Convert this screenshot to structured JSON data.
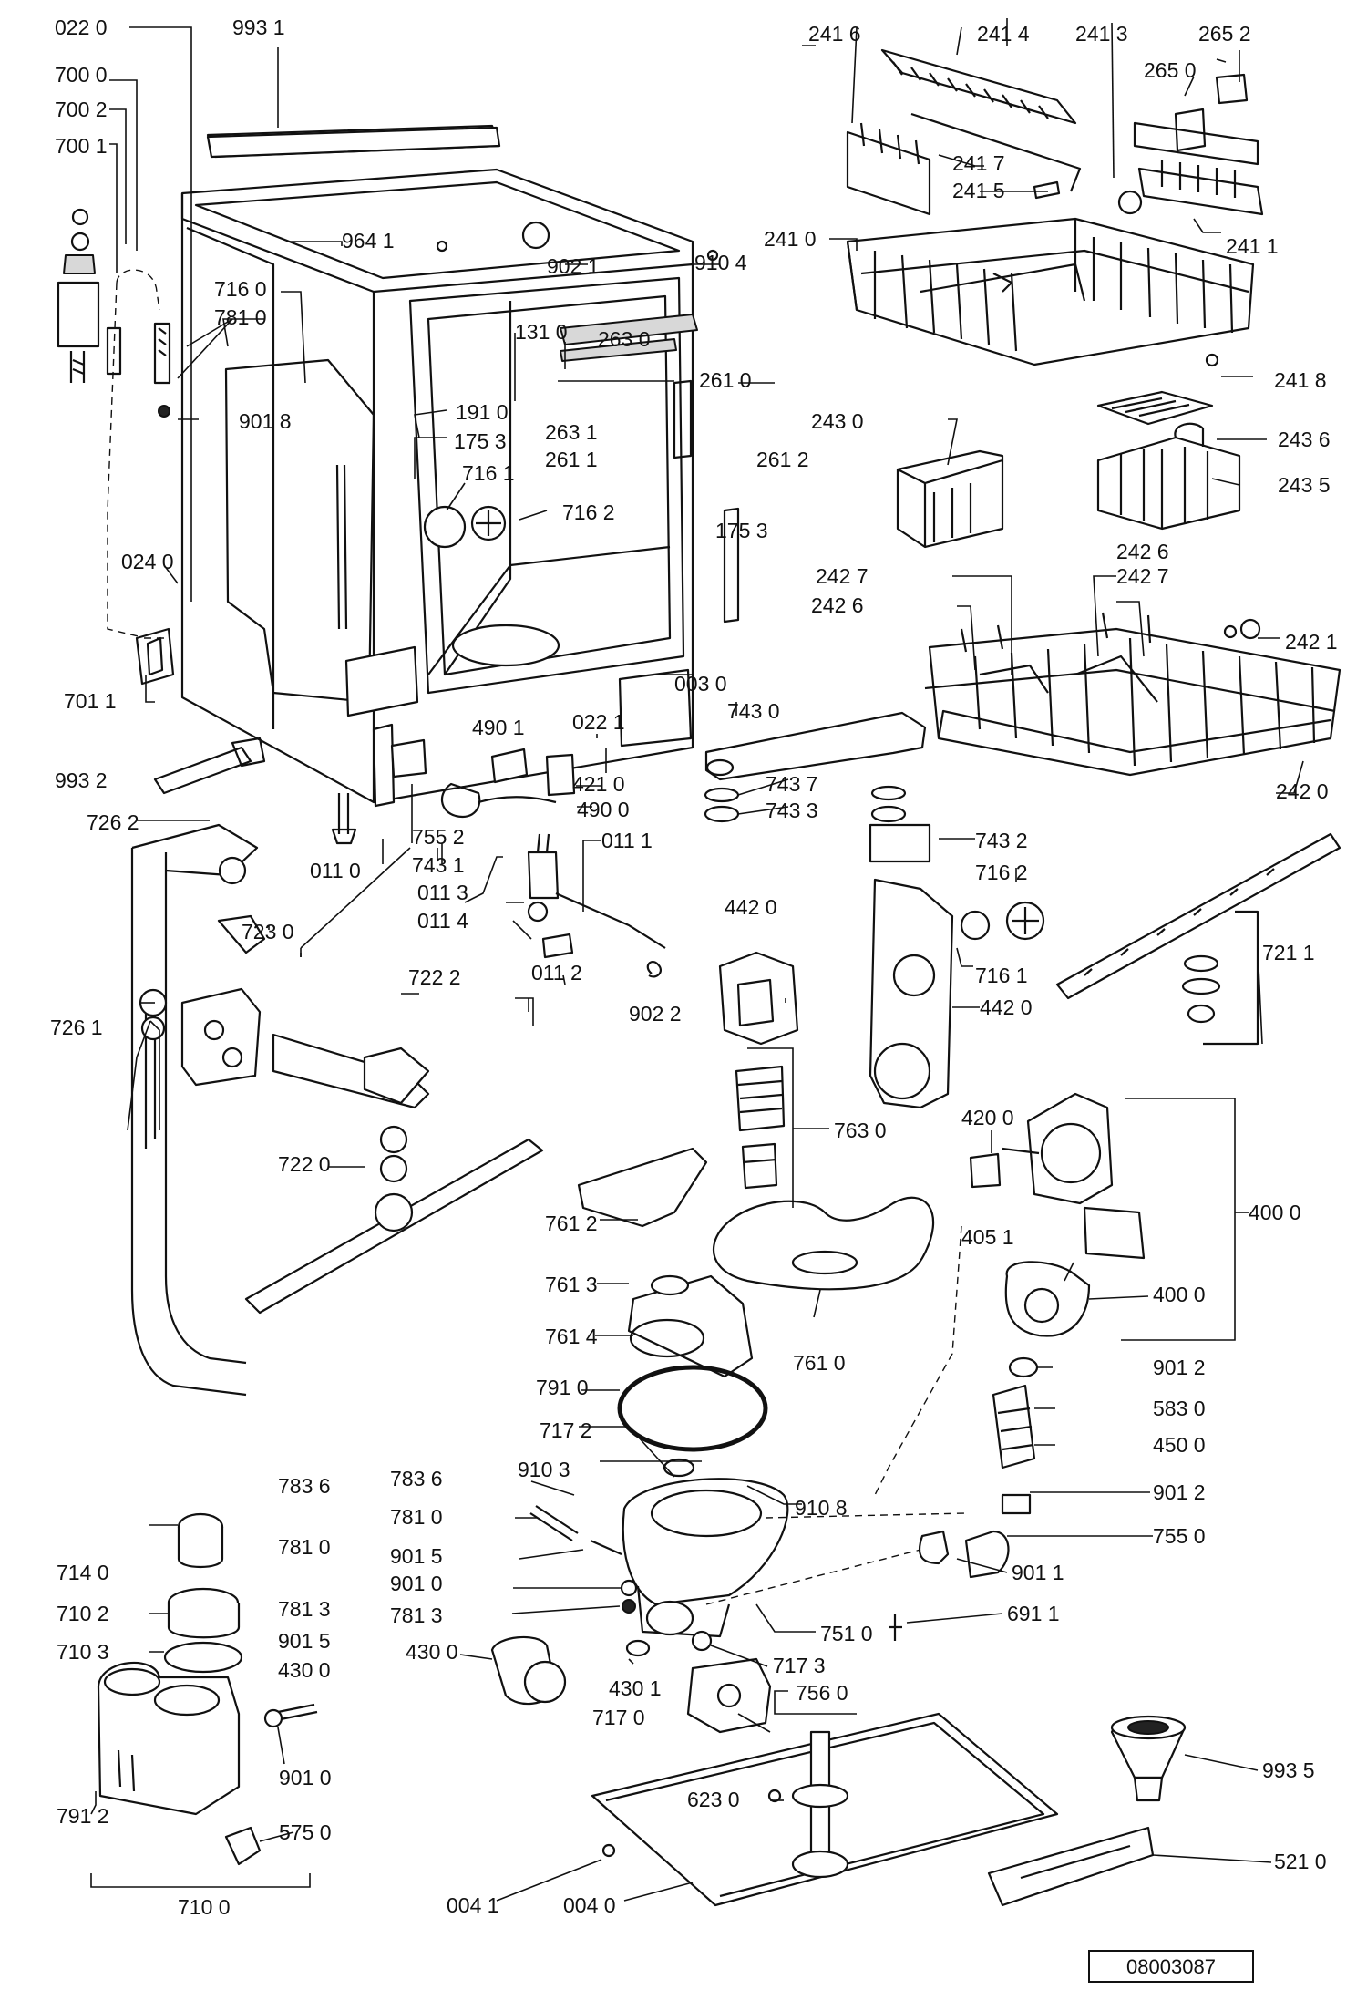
{
  "diagram": {
    "document_number": "08003087",
    "part_labels": [
      "022 0",
      "993 1",
      "700 0",
      "700 2",
      "700 1",
      "964 1",
      "902 1",
      "910 4",
      "716 0",
      "781 0",
      "131 0",
      "263 0",
      "261 0",
      "901 8",
      "191 0",
      "175 3",
      "263 1",
      "261 1",
      "261 2",
      "716 1",
      "716 2",
      "175 3",
      "024 0",
      "003 0",
      "701 1",
      "490 1",
      "022 1",
      "421 0",
      "490 0",
      "993 2",
      "755 2",
      "743 1",
      "011 0",
      "726 2",
      "011 1",
      "011 3",
      "011 4",
      "011 2",
      "902 2",
      "723 0",
      "722 2",
      "726 1",
      "722 0",
      "241 6",
      "241 4",
      "241 3",
      "265 2",
      "265 0",
      "241 7",
      "241 5",
      "241 1",
      "241 0",
      "241 8",
      "243 0",
      "243 6",
      "243 5",
      "242 7",
      "242 6",
      "242 6",
      "242 7",
      "242 1",
      "242 0",
      "743 0",
      "743 7",
      "743 3",
      "743 2",
      "442 0",
      "716 2",
      "716 1",
      "442 0",
      "721 1",
      "763 0",
      "420 0",
      "400 0",
      "405 1",
      "400 0",
      "761 2",
      "761 3",
      "761 4",
      "761 0",
      "791 0",
      "901 2",
      "583 0",
      "450 0",
      "717 2",
      "910 3",
      "910 8",
      "901 2",
      "755 0",
      "901 1",
      "751 0",
      "691 1",
      "717 3",
      "756 0",
      "717 0",
      "430 1",
      "430 0",
      "783 6",
      "781 0",
      "901 5",
      "901 0",
      "781 3",
      "783 6",
      "781 0",
      "781 3",
      "901 5",
      "430 0",
      "714 0",
      "710 2",
      "710 3",
      "791 2",
      "901 0",
      "575 0",
      "710 0",
      "623 0",
      "993 5",
      "521 0",
      "004 1",
      "004 0"
    ]
  }
}
